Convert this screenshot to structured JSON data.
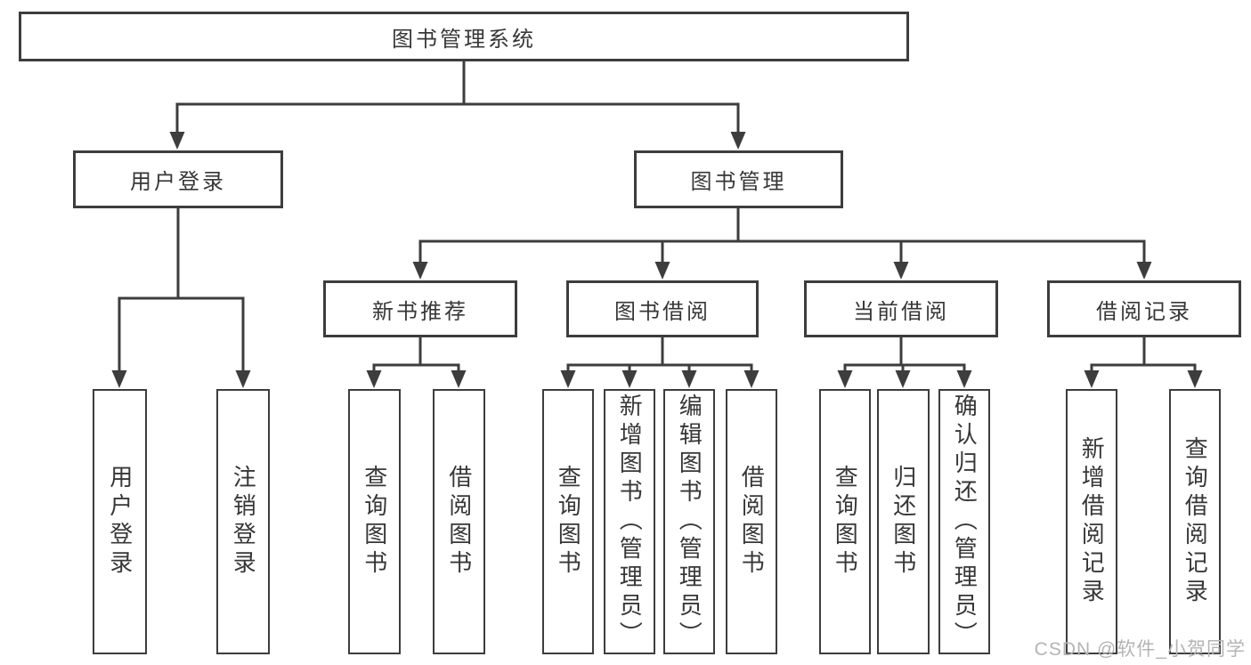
{
  "colors": {
    "line": "#3d3d3d",
    "text": "#373737",
    "watermark": "#b4b4b4",
    "background": "#ffffff"
  },
  "watermark": {
    "text": "CSDN @软件_小贺同学"
  },
  "tree": {
    "label": "图书管理系统",
    "children": [
      {
        "label": "用户登录",
        "children": [
          {
            "label": "用户登录"
          },
          {
            "label": "注销登录"
          }
        ]
      },
      {
        "label": "图书管理",
        "children": [
          {
            "label": "新书推荐",
            "children": [
              {
                "label": "查询图书"
              },
              {
                "label": "借阅图书"
              }
            ]
          },
          {
            "label": "图书借阅",
            "children": [
              {
                "label": "查询图书"
              },
              {
                "label": "新增图书（管理员）"
              },
              {
                "label": "编辑图书（管理员）"
              },
              {
                "label": "借阅图书"
              }
            ]
          },
          {
            "label": "当前借阅",
            "children": [
              {
                "label": "查询图书"
              },
              {
                "label": "归还图书"
              },
              {
                "label": "确认归还（管理员）"
              }
            ]
          },
          {
            "label": "借阅记录",
            "children": [
              {
                "label": "新增借阅记录"
              },
              {
                "label": "查询借阅记录"
              }
            ]
          }
        ]
      }
    ]
  }
}
